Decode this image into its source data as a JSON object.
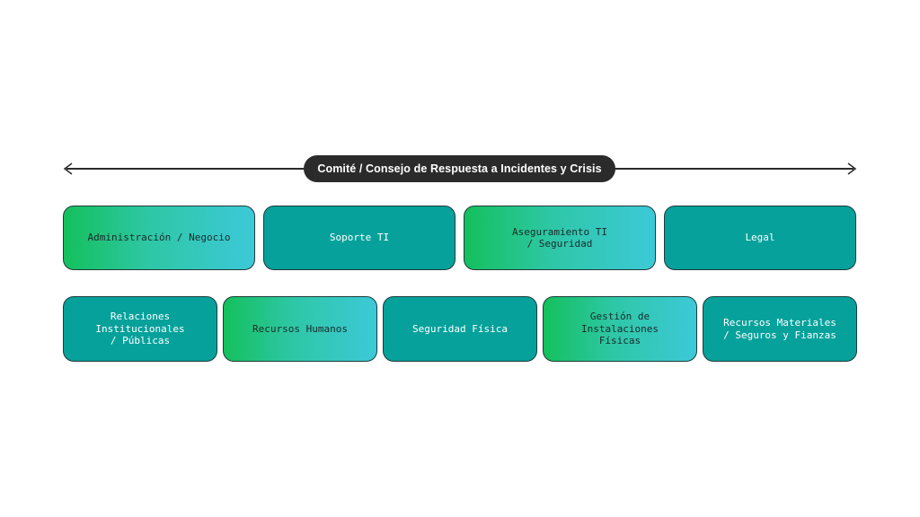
{
  "header": {
    "title": "Comité / Consejo de Respuesta a Incidentes y Crisis"
  },
  "colors": {
    "teal": "#06a19b",
    "gradient_start": "#14c05c",
    "gradient_end": "#3cc9d8",
    "pill": "#2b2b2b"
  },
  "row1": [
    {
      "label": "Administración / Negocio",
      "style": "gradient"
    },
    {
      "label": "Soporte TI",
      "style": "teal"
    },
    {
      "label": "Aseguramiento TI\n/ Seguridad",
      "style": "gradient"
    },
    {
      "label": "Legal",
      "style": "teal"
    }
  ],
  "row2": [
    {
      "label": "Relaciones\nInstitucionales\n/ Públicas",
      "style": "teal"
    },
    {
      "label": "Recursos Humanos",
      "style": "gradient"
    },
    {
      "label": "Seguridad Física",
      "style": "teal"
    },
    {
      "label": "Gestión de Instalaciones\nFísicas",
      "style": "gradient"
    },
    {
      "label": "Recursos Materiales\n/ Seguros y Fianzas",
      "style": "teal"
    }
  ]
}
